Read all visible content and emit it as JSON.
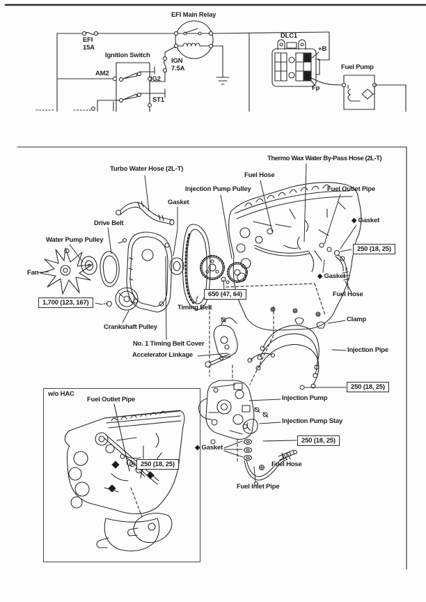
{
  "colors": {
    "paper": "#fdfdfc",
    "ink": "#2b2b2b"
  },
  "wiring": {
    "relay_label": "EFI Main Relay",
    "efi_fuse": [
      "EFI",
      "15A"
    ],
    "ignition_switch": "Ignition Switch",
    "am2": "AM2",
    "ign_fuse": [
      "IGN",
      "7.5A"
    ],
    "ig2": "IG2",
    "st1": "ST1",
    "dlc1": "DLC1",
    "plus_b": "+B",
    "fp": "Fp",
    "fuel_pump": "Fuel Pump"
  },
  "engine": {
    "callouts": {
      "turbo_water_hose": "Turbo Water Hose (2L-T)",
      "thermo_wax_hose": "Thermo Wax Water By-Pass Hose (2L-T)",
      "fuel_hose": "Fuel Hose",
      "injection_pump_pulley": "Injection Pump Pulley",
      "gasket": "Gasket",
      "gasket_diamond": "◆ Gasket",
      "fuel_outlet_pipe": "Fuel Outlet Pipe",
      "drive_belt": "Drive Belt",
      "water_pump_pulley": "Water Pump Pulley",
      "fan": "Fan",
      "crankshaft_pulley": "Crankshaft Pulley",
      "timing_belt": "Timing Belt",
      "no1_timing_belt_cover": "No. 1 Timing Belt Cover",
      "accelerator_linkage": "Accelerator Linkage",
      "clamp": "Clamp",
      "injection_pipe": "Injection Pipe",
      "injection_pump": "Injection Pump",
      "injection_pump_stay": "Injection Pump Stay",
      "fuel_inlet_pipe": "Fuel Inlet Pipe"
    },
    "torques": {
      "fan_bracket": "1,700 (123, 167)",
      "pump_pulley_nut": "650 (47, 64)",
      "union_bolt": "250 (18, 25)"
    },
    "inset": {
      "title": "w/o HAC",
      "fuel_outlet_pipe": "Fuel Outlet Pipe",
      "torque": "250 (18, 25)"
    }
  }
}
